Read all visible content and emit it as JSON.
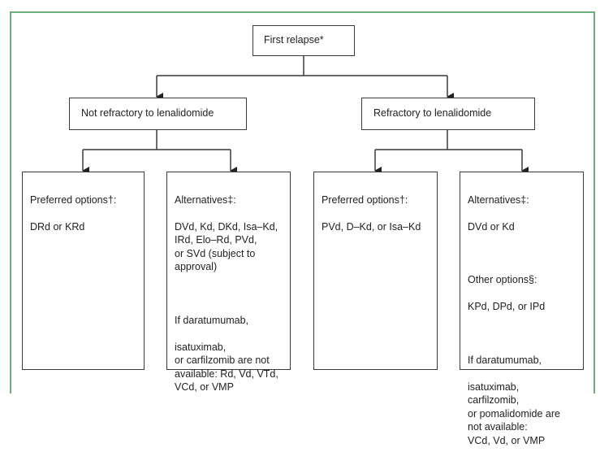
{
  "root": {
    "label": "First relapse*"
  },
  "categories": [
    {
      "label": "Not refractory to lenalidomide"
    },
    {
      "label": "Refractory to lenalidomide"
    }
  ],
  "leaves": [
    {
      "paragraphs": [
        {
          "head": "Preferred options†:",
          "body": "DRd or KRd"
        }
      ]
    },
    {
      "paragraphs": [
        {
          "head": "Alternatives‡:",
          "body": "DVd, Kd, DKd, Isa–Kd,\nIRd, Elo–Rd, PVd,\nor SVd (subject to\napproval)"
        },
        {
          "head": "If daratumumab,",
          "body": "isatuximab,\nor carfilzomib are not\navailable: Rd, Vd, VTd,\nVCd, or VMP"
        }
      ]
    },
    {
      "paragraphs": [
        {
          "head": "Preferred options†:",
          "body": "PVd, D–Kd, or Isa–Kd"
        }
      ]
    },
    {
      "paragraphs": [
        {
          "head": "Alternatives‡:",
          "body": "DVd or Kd"
        },
        {
          "head": "Other options§:",
          "body": "KPd, DPd, or IPd"
        },
        {
          "head": "If daratumumab,",
          "body": "isatuximab,\ncarfilzomib,\nor pomalidomide are\nnot available:\nVCd, Vd, or VMP"
        }
      ]
    }
  ],
  "colors": {
    "frame": "#6bb07a",
    "stroke": "#3a3a3a",
    "text": "#222222"
  }
}
